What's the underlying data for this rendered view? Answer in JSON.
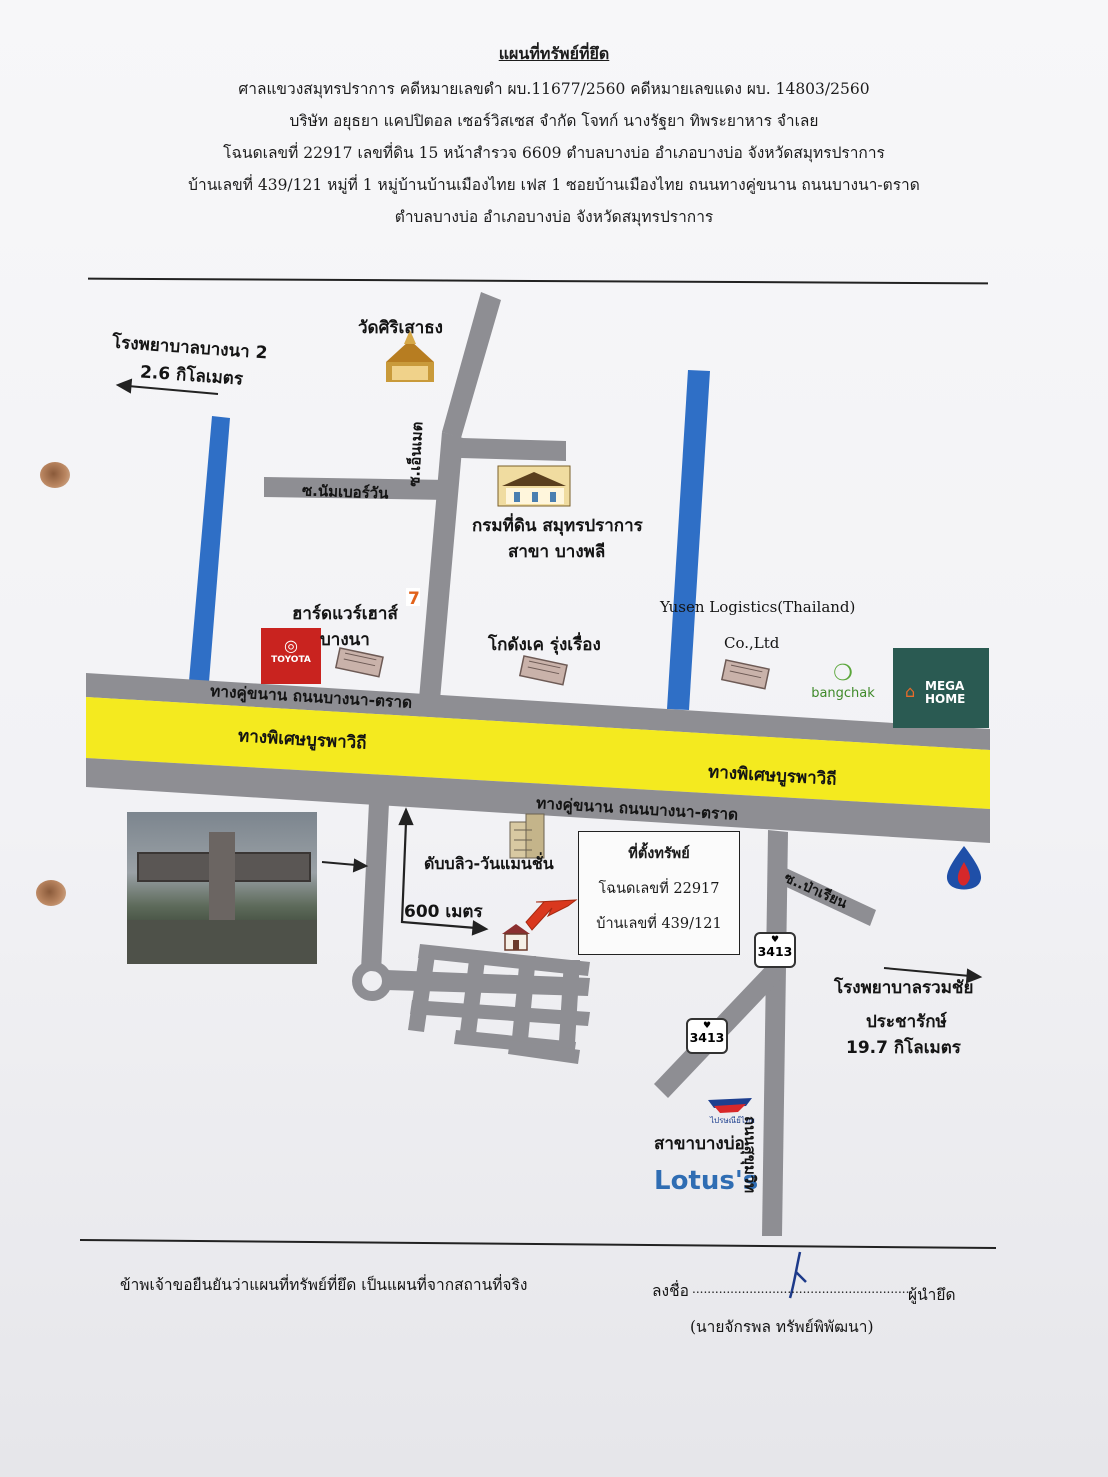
{
  "header": {
    "title": "แผนที่ทรัพย์ที่ยึด",
    "line1": "ศาลแขวงสมุทรปราการ คดีหมายเลขดำ ผบ.11677/2560 คดีหมายเลขแดง ผบ. 14803/2560",
    "line2": "บริษัท อยุธยา แคปปิตอล เซอร์วิสเซส จำกัด โจทก์ นางรัฐยา ทิพระยาหาร จำเลย",
    "line3": "โฉนดเลขที่ 22917 เลขที่ดิน 15 หน้าสำรวจ 6609 ตำบลบางบ่อ อำเภอบางบ่อ จังหวัดสมุทรปราการ",
    "line4": "บ้านเลขที่ 439/121 หมู่ที่ 1 หมู่บ้านบ้านเมืองไทย เฟส 1 ซอยบ้านเมืองไทย ถนนทางคู่ขนาน ถนนบางนา-ตราด",
    "line5": "ตำบลบางบ่อ อำเภอบางบ่อ จังหวัดสมุทรปราการ"
  },
  "map": {
    "hospital_left": "โรงพยาบาลบางนา 2",
    "hospital_left_dist": "2.6 กิโลเมตร",
    "temple": "วัดศิริเสาธง",
    "soi_number_one": "ซ.นัมเบอร์วัน",
    "soi_enmet": "ซ.เอ็นเมต",
    "land_office_line1": "กรมที่ดิน สมุทรปราการ",
    "land_office_line2": "สาขา บางพลี",
    "hardware_line1": "ฮาร์ดแวร์เฮาส์",
    "hardware_line2": "บางนา",
    "warehouse": "โกดังเค รุ่งเรื่อง",
    "yusen_line1": "Yusen Logistics(Thailand)",
    "yusen_line2": "Co.,Ltd",
    "frontage_road_top": "ทางคู่ขนาน ถนนบางนา-ตราด",
    "expressway_left": "ทางพิเศษบูรพาวิถี",
    "expressway_right": "ทางพิเศษบูรพาวิถี",
    "frontage_road_bottom": "ทางคู่ขนาน ถนนบางนา-ตราด",
    "condo": "ดับบลิว-วันแมนชั่น",
    "distance": "600 เมตร",
    "property_title": "ที่ตั้งทรัพย์",
    "property_deed": "โฉนดเลขที่ 22917",
    "property_house": "บ้านเลขที่ 439/121",
    "soi_pa_rian": "ซ..ป่าเรียน",
    "route_top": "3413",
    "route_bottom": "3413",
    "hospital_right_line1": "โรงพยาบาลรวมชัย",
    "hospital_right_line2": "ประชารักษ์",
    "hospital_right_dist": "19.7 กิโลเมตร",
    "road_thanon": "ถนนสุขุมวิท",
    "post_office": "สาขาบางบ่อ",
    "logo_toyota": "TOYOTA",
    "logo_bangchak": "bangchak",
    "logo_megahome": "MEGA HOME",
    "logo_lotus": "Lotus's",
    "logo_thaipost": "ไปรษณีย์ไทย"
  },
  "footer": {
    "statement": "ข้าพเจ้าขอยืนยันว่าแผนที่ทรัพย์ที่ยึด เป็นแผนที่จากสถานที่จริง",
    "sign_label": "ลงชื่อ",
    "sign_dots": "..........................................................",
    "role": "ผู้นำยึด",
    "name": "(นายจักรพล ทรัพย์พิพัฒนา)"
  },
  "colors": {
    "road_gray": "#8e8e93",
    "expressway_yellow": "#f4ea1f",
    "canal_blue": "#2f6fc6",
    "arrow_red": "#d9381e",
    "megahome_green": "#2a5a52",
    "toyota_red": "#c9231f",
    "lotus_blue": "#2f6db3"
  }
}
